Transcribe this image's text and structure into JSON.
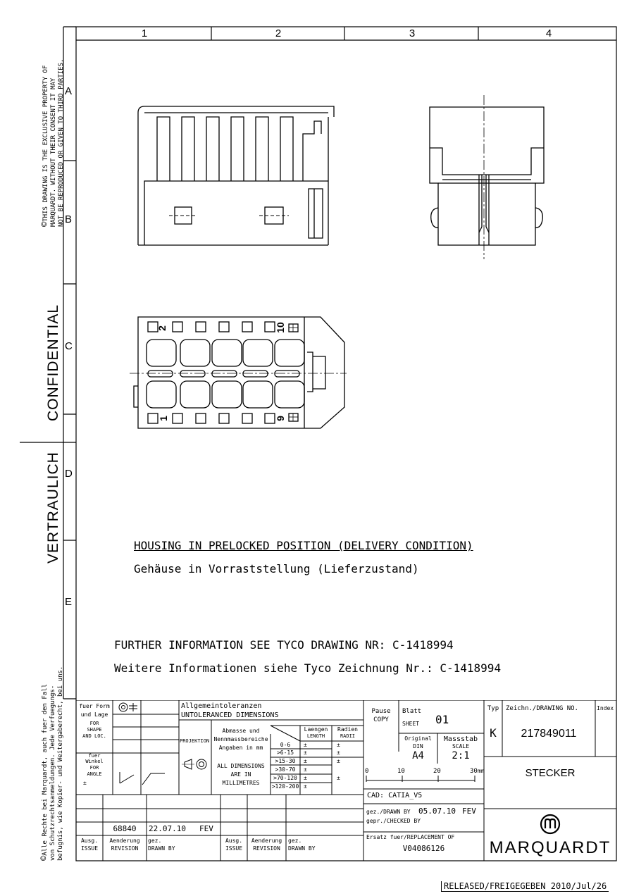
{
  "columns": [
    "1",
    "2",
    "3",
    "4"
  ],
  "rows": [
    "A",
    "B",
    "C",
    "D",
    "E"
  ],
  "margin": {
    "copyright_lines": [
      "THIS DRAWING IS THE EXCLUSIVE PROPERTY OF",
      "MARQUARDT. WITHOUT THEIR CONSENT IT MAY",
      "NOT BE REPRODUCED OR GIVEN TO THIRD PARTIES."
    ],
    "confidential": "CONFIDENTIAL",
    "vertraulich": "VERTRAULICH",
    "rights_lines": [
      "Alle Rechte bei Marquardt, auch fuer den Fall",
      "von Schutzrechtsanmeldungen. Jede Verfuegungs-",
      "befugnis, wie Kopier- und Weitergaberecht, bei uns."
    ]
  },
  "notes": {
    "housing_en": "HOUSING IN PRELOCKED POSITION (DELIVERY CONDITION)",
    "housing_de": "Gehäuse in Vorraststellung (Lieferzustand)",
    "further_en": "FURTHER INFORMATION SEE TYCO DRAWING NR: C-1418994",
    "further_de": "Weitere Informationen siehe Tyco Zeichnung Nr.: C-1418994"
  },
  "pin_labels": {
    "p2": "2",
    "p10": "10",
    "p1": "1",
    "p9": "9"
  },
  "title_block": {
    "form": [
      "fuer Form",
      "und Lage",
      "FOR",
      "SHAPE",
      "AND LOC.",
      "fuer",
      "Winkel",
      "FOR",
      "ANGLE",
      "±"
    ],
    "tol_title": "Allgemeintoleranzen",
    "tol_title_en": "UNTOLERANCED DIMENSIONS",
    "projektion": "PROJEKTION",
    "abmasse": [
      "Abmasse und",
      "Nennmassbereiche",
      "Angaben in mm"
    ],
    "all_dims": [
      "ALL DIMENSIONS",
      "ARE IN",
      "MILLIMETRES"
    ],
    "laengen": [
      "Laengen",
      "LENGTH"
    ],
    "radien": [
      "Radien",
      "RADII"
    ],
    "ranges": [
      "0-6",
      ">6-15",
      ">15-30",
      ">30-70",
      ">70-120",
      ">120-200"
    ],
    "pm": "±",
    "pause": "Pause",
    "copy": "COPY",
    "blatt": "Blatt",
    "sheet": "SHEET",
    "sheet_no": "01",
    "original": "Original",
    "din": "DIN",
    "format": "A4",
    "massstab": "Massstab",
    "scale_label": "SCALE",
    "scale": "2:1",
    "scale_ticks": [
      "0",
      "10",
      "20",
      "30"
    ],
    "scale_unit": "mm",
    "typ": "Typ",
    "typ_value": "K",
    "drawing_no_label": "Zeichn./DRAWING NO.",
    "index_label": "Index",
    "drawing_no": "217849011",
    "part_name": "STECKER",
    "cad": "CAD:  CATIA_V5",
    "drawn_by_label": "gez./DRAWN BY",
    "drawn_date": "05.07.10",
    "drawn_name": "FEV",
    "checked_by_label": "gepr./CHECKED BY",
    "replacement_label": "Ersatz fuer/REPLACEMENT OF",
    "replacement": "V04086126",
    "rev_number": "68840",
    "rev_date": "22.07.10",
    "rev_name": "FEV",
    "ausg": "Ausg.",
    "issue": "ISSUE",
    "aenderung": "Aenderung",
    "revision": "REVISION",
    "gez": "gez.",
    "drawn_by_short": "DRAWN BY",
    "logo": "MARQUARDT"
  },
  "release_stamp": "RELEASED/FREIGEGEBEN 2010/Jul/26"
}
